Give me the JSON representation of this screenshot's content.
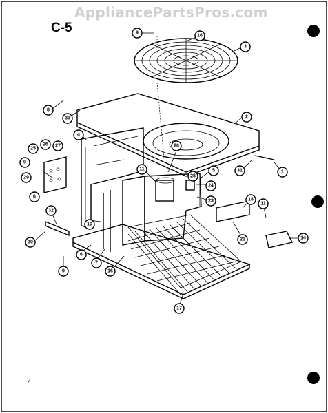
{
  "watermark": "AppliancePartsPros.com",
  "page_label": "C-5",
  "page_number": "4",
  "callouts": [
    {
      "id": "c9a",
      "label": "9"
    },
    {
      "id": "c16a",
      "label": "16"
    },
    {
      "id": "c3",
      "label": "3"
    },
    {
      "id": "c8",
      "label": "8"
    },
    {
      "id": "c33",
      "label": "33"
    },
    {
      "id": "c2",
      "label": "2"
    },
    {
      "id": "c4",
      "label": "4"
    },
    {
      "id": "c25",
      "label": "25"
    },
    {
      "id": "c26a",
      "label": "26"
    },
    {
      "id": "c27",
      "label": "27"
    },
    {
      "id": "c26b",
      "label": "26"
    },
    {
      "id": "c9b",
      "label": "9"
    },
    {
      "id": "c29",
      "label": "29"
    },
    {
      "id": "c11a",
      "label": "11"
    },
    {
      "id": "c5",
      "label": "5"
    },
    {
      "id": "c31",
      "label": "31"
    },
    {
      "id": "c1",
      "label": "1"
    },
    {
      "id": "c28",
      "label": "28"
    },
    {
      "id": "c24",
      "label": "24"
    },
    {
      "id": "c6a",
      "label": "6"
    },
    {
      "id": "c23",
      "label": "23"
    },
    {
      "id": "c18",
      "label": "18"
    },
    {
      "id": "c11b",
      "label": "11"
    },
    {
      "id": "c32",
      "label": "32"
    },
    {
      "id": "c10",
      "label": "10"
    },
    {
      "id": "c21",
      "label": "21"
    },
    {
      "id": "c14",
      "label": "14"
    },
    {
      "id": "c30",
      "label": "30"
    },
    {
      "id": "c6b",
      "label": "6"
    },
    {
      "id": "c7",
      "label": "7"
    },
    {
      "id": "c9c",
      "label": "9"
    },
    {
      "id": "c16b",
      "label": "16"
    },
    {
      "id": "c17",
      "label": "17"
    }
  ]
}
